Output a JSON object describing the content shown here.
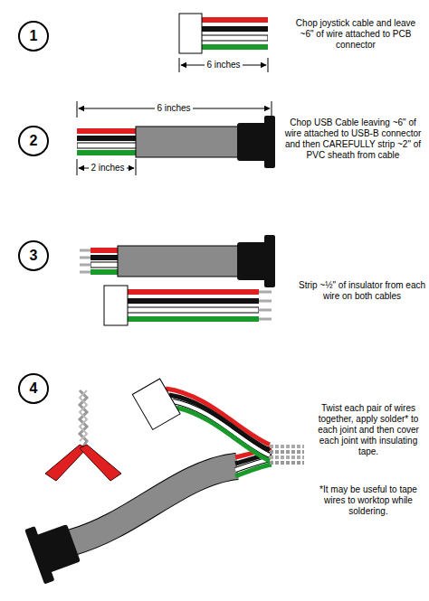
{
  "diagram": {
    "nodes": [
      {
        "text": [
          "1"
        ]
      },
      {
        "text": [
          "2"
        ]
      },
      {
        "text": [
          "3"
        ]
      },
      {
        "text": [
          "4"
        ]
      }
    ],
    "labels": [
      "Chop joystick cable and leave ~6\" of wire attached to PCB connector",
      "6 inches",
      "6 inches",
      "Chop USB Cable leaving ~6\" of wire attached to USB-B connector and then CAREFULLY strip ~2\" of PVC sheath from cable",
      "2 inches",
      "Strip ~½\" of insulator from each wire on both cables",
      "Twist each pair of wires together, apply solder* to each joint and then cover each joint with insulating tape.",
      "*It may be useful to tape wires to worktop while soldering."
    ]
  }
}
